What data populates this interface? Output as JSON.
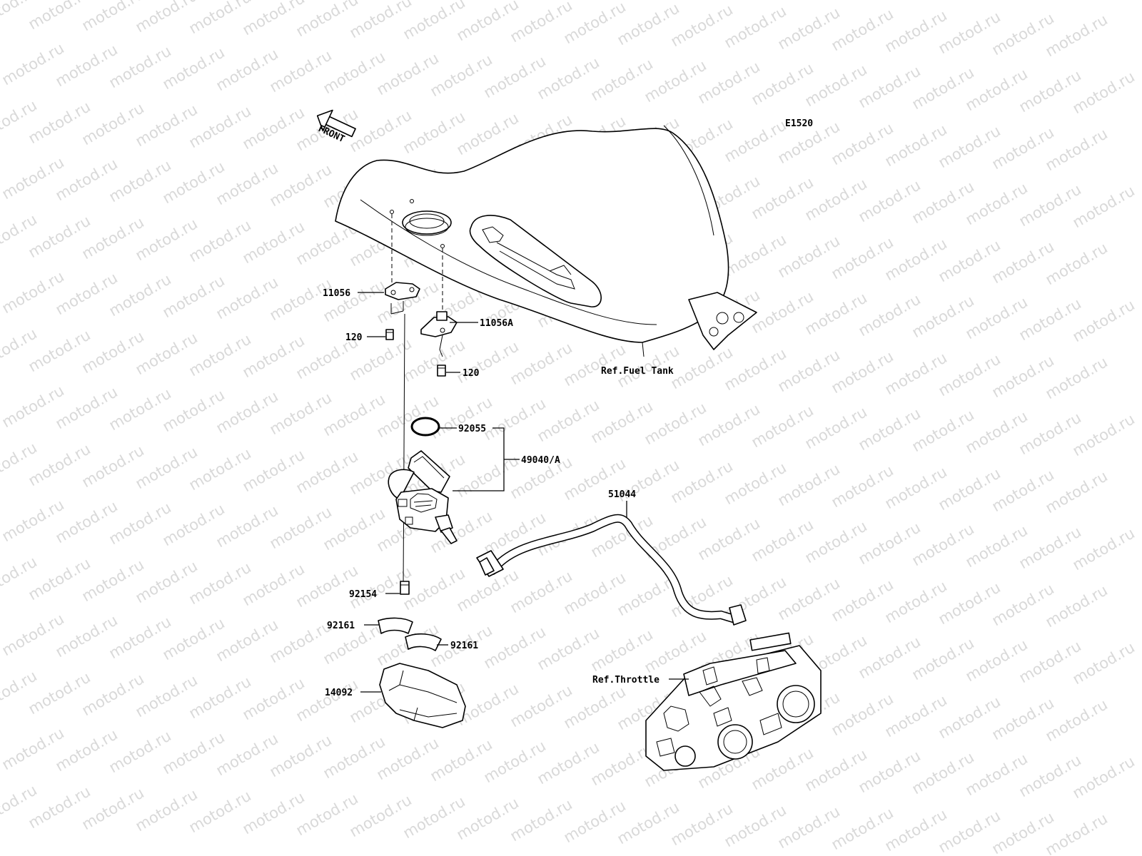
{
  "watermark": {
    "text": "motod.ru"
  },
  "diagram_code": "E1520",
  "front_arrow": {
    "label": "FRONT"
  },
  "references": {
    "fuel_tank": "Ref.Fuel Tank",
    "throttle": "Ref.Throttle"
  },
  "callouts": {
    "p11056": "11056",
    "p11056a": "11056A",
    "p120_left": "120",
    "p120_right": "120",
    "p92055": "92055",
    "p49040a": "49040/A",
    "p51044": "51044",
    "p92154": "92154",
    "p92161_left": "92161",
    "p92161_right": "92161",
    "p14092": "14092"
  },
  "icons": {
    "front": "front-arrow-icon",
    "tank": "fuel-tank-drawing",
    "cock": "fuel-cock-drawing",
    "hose": "fuel-hose-drawing",
    "throttle": "throttle-body-drawing"
  },
  "colors": {
    "line": "#000000",
    "background": "#ffffff",
    "watermark": "#d9d9d9"
  }
}
